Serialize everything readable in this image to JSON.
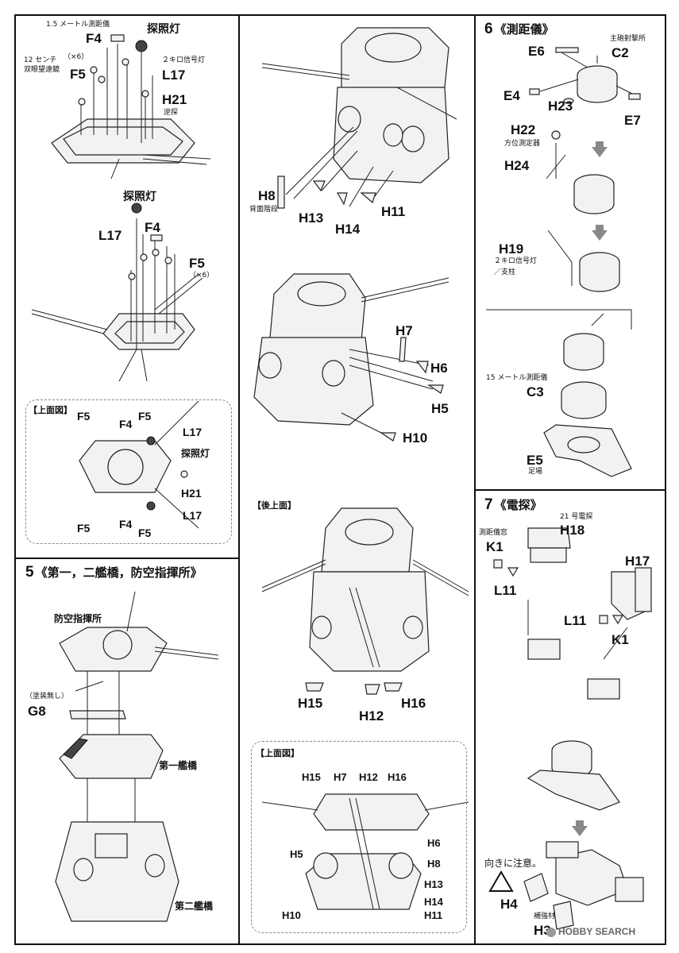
{
  "section_top_left": {
    "labels": {
      "r15m": "1.5 メートル測距儀",
      "f4": "F4",
      "searchlight": "探照灯",
      "binoc": "12 センチ",
      "binoc_x6": "（×6）",
      "binoc2": "双眼望遠鏡",
      "f5": "F5",
      "signal": "２キロ信号灯",
      "l17": "L17",
      "h21": "H21",
      "reverse_probe": "逆探",
      "searchlight2": "探照灯",
      "l17b": "L17",
      "f4b": "F4",
      "f5b": "F5",
      "f5b_x6": "（×6）"
    },
    "top_view": {
      "heading": "【上面図】",
      "f5_a": "F5",
      "f4_a": "F4",
      "f5_b": "F5",
      "l17_a": "L17",
      "searchlight": "探照灯",
      "h21": "H21",
      "l17_b": "L17",
      "f5_c": "F5",
      "f4_b": "F4",
      "f5_d": "F5"
    }
  },
  "section5": {
    "num": "5",
    "title": "《第一，二艦橋，防空指揮所》",
    "aa_post": "防空指揮所",
    "no_paint": "（塗装無し）",
    "g8": "G8",
    "bridge1": "第一艦橋",
    "bridge2": "第二艦橋"
  },
  "section_middle": {
    "h8": "H8",
    "rear_ladder": "背面階段",
    "h13": "H13",
    "h14": "H14",
    "h11": "H11",
    "h7": "H7",
    "h6": "H6",
    "h5": "H5",
    "h10": "H10",
    "rear_top_heading": "【後上面】",
    "h15": "H15",
    "h12": "H12",
    "h16": "H16",
    "top_view": {
      "heading": "【上面図】",
      "h15": "H15",
      "h7": "H7",
      "h12": "H12",
      "h16": "H16",
      "h6": "H6",
      "h5": "H5",
      "h8": "H8",
      "h13": "H13",
      "h14": "H14",
      "h10": "H10",
      "h11": "H11"
    }
  },
  "section6": {
    "num": "6",
    "title": "《測距儀》",
    "e6": "E6",
    "main_gun_director": "主砲射撃所",
    "c2": "C2",
    "e4": "E4",
    "h23": "H23",
    "e7": "E7",
    "h22": "H22",
    "azimuth": "方位測定器",
    "h24": "H24",
    "h19": "H19",
    "signal": "２キロ信号灯",
    "pillar": "／支柱",
    "rf15": "15 メートル測距儀",
    "c3": "C3",
    "e5": "E5",
    "foothold": "足場"
  },
  "section7": {
    "num": "7",
    "title": "《電探》",
    "radar21": "21 号電探",
    "h18": "H18",
    "rf_window": "測距儀窓",
    "k1": "K1",
    "l11": "L11",
    "h17": "H17",
    "l11b": "L11",
    "k1b": "K1",
    "note": "向きに注意。",
    "h4": "H4",
    "reinforce": "補強材",
    "h3": "H3"
  },
  "watermark": "HOBBY SEARCH",
  "colors": {
    "line": "#111111",
    "fill": "#f2f2f2",
    "arrow": "#888888"
  }
}
